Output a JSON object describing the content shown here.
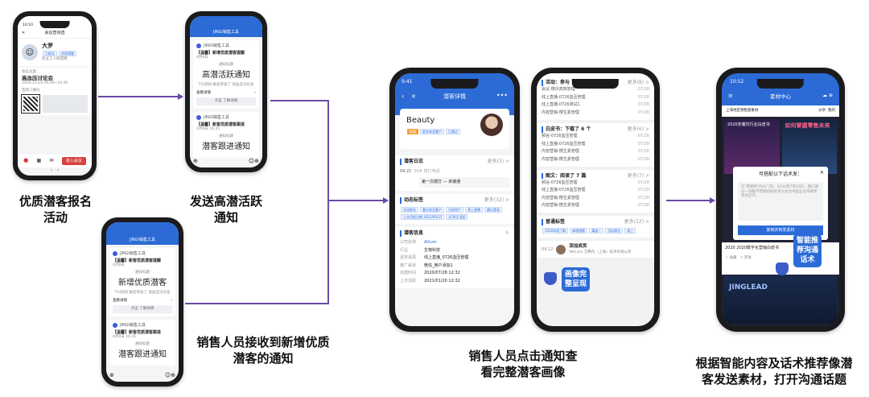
{
  "captions": {
    "c1": "优质潜客报名\n活动",
    "c2": "发送高潜活跃\n通知",
    "c3": "销售人员接收到新增优质\n潜客的通知",
    "c4": "销售人员点击通知查\n看完整潜客画像",
    "c5": "根据智能内容及话术推荐像潜\n客发送素材，打开沟通话题"
  },
  "badges": {
    "portrait": "画像完\n整呈现",
    "ai": "智能推\n荐沟通\n话术"
  },
  "p1": {
    "time": "10:10",
    "title": "会议查询选",
    "name": "大罗",
    "tags": [
      "已报名",
      "优质潜客"
    ],
    "sub": "商业工人联盟网",
    "meeting_label": "会议主题",
    "meeting": "高血压讨论会",
    "meeting_time": "2020-11-24 09:00~10:00",
    "checkin": "签到二维码",
    "tabs": [
      "设置",
      "查看",
      "邀请",
      "进入会议"
    ],
    "cta": "进入会议"
  },
  "p2": {
    "bar": "JINGI销售工具",
    "app": "JINGI销售工具",
    "card1_title": "【温馨】新增优质潜客提醒",
    "card1_time": "4月8日",
    "label": "通知标题",
    "big1": "高潜活跃通知",
    "desc": "TGI测试 报名参加了 高血压讨论会",
    "rows": [
      "查看详情"
    ],
    "btn": "点击 了解详情",
    "card2_title": "【温馨】新客优质潜客跟进",
    "card2_time": "4月9日 16:35",
    "big2": "潜客跟进通知"
  },
  "p3": {
    "bar": "JINGI销售工具",
    "app": "JINGI销售工具",
    "card1_title": "【温馨】新客优质潜客提醒",
    "card1_time": "4月8日",
    "label": "通知标题",
    "big1": "新增优质潜客",
    "desc": "TGI测试 报名参加了 高血压讨论会",
    "link": "查看详情",
    "btn": "点击 了解详情",
    "card2_title": "【温馨】新客优质潜客跟进",
    "card2_time": "4月9日 16:35",
    "big2": "潜客跟进通知"
  },
  "p4": {
    "time": "9:41",
    "title": "潜客详情",
    "name": "Beauty",
    "tags": [
      "高意",
      "报名参会客户",
      "已通过"
    ],
    "log_title": "潜客日志",
    "log_more": "更多(3) >",
    "log_date": "04.21",
    "log_type": "SDR 拨打电话",
    "log_text": "第一次拨打 — 未接通",
    "tag_title": "动态标签",
    "tag_more": "更多(32) >",
    "dyn_tags": [
      "活动报名",
      "重点关注客户",
      "注册用户",
      "线上直播",
      "最后登录",
      "上次活跃日期 2021/05/31",
      "近30天活跃"
    ],
    "info_title": "潜客信息",
    "info": [
      [
        "公司名称",
        "Allium"
      ],
      [
        "行业",
        "生物科技"
      ],
      [
        "留资来源",
        "线上直播_0726血压管理"
      ],
      [
        "推广渠道",
        "微信_用户添加1"
      ],
      [
        "创建时间",
        "2020/07/28 12:32"
      ],
      [
        "上次活跃",
        "2021/01/20 12:32"
      ]
    ]
  },
  "p5": {
    "act_title": "活动：参与",
    "act_more": "更多(8) >",
    "act_rows": [
      "会议-慢乐高效管理",
      "线上直播-0726血压管理",
      "线上直播-0726测试1",
      "内容营销-慢生素管理"
    ],
    "white_title": "白皮书：下载了 6 个",
    "white_more": "更多(6) >",
    "white_rows": [
      "频谷-0726血压管理",
      "线上直播-0726血压管理",
      "内容营销-慢生素管理",
      "内容营销-慢生素管理"
    ],
    "art_title": "图文：阅读了 7 篇",
    "art_more": "更多(7) >",
    "art_rows": [
      "频谷-0726血压管理",
      "线上直播-0726血压管理",
      "内容营销-慢生素管理",
      "内容营销-慢生素管理"
    ],
    "tag_title": "普通标签",
    "tag_more": "更多(12) >",
    "tags": [
      "2020年版了解",
      "新增潜客",
      "渠道一",
      "活动报名",
      "线上"
    ],
    "member_title": "添加成员",
    "member_sub": "WeCom  艾腾氏（上海）技术有限公司",
    "member_time": "04.12"
  },
  "p6": {
    "time": "10:52",
    "title": "素材中心",
    "filter": [
      "上海地区销售部素材",
      "分享",
      "我的"
    ],
    "card1": "2020年餐饮行业白皮书",
    "card1b": "2020餐饮行业白皮书",
    "card2": "如何掌握零售未来",
    "modal_title": "可搭配以下话术发：",
    "modal_text": "在\"营销界\"的大门内，2020年7月23日，我们通过一场数字营销的新技术大会为中国企业带来更多的启示。",
    "modal_btn": "复制并转发素材",
    "bottom1": "2020 2020数字化营销白皮书",
    "bottom2": "JINGLEAD",
    "actions": [
      "收藏",
      "转发"
    ]
  }
}
